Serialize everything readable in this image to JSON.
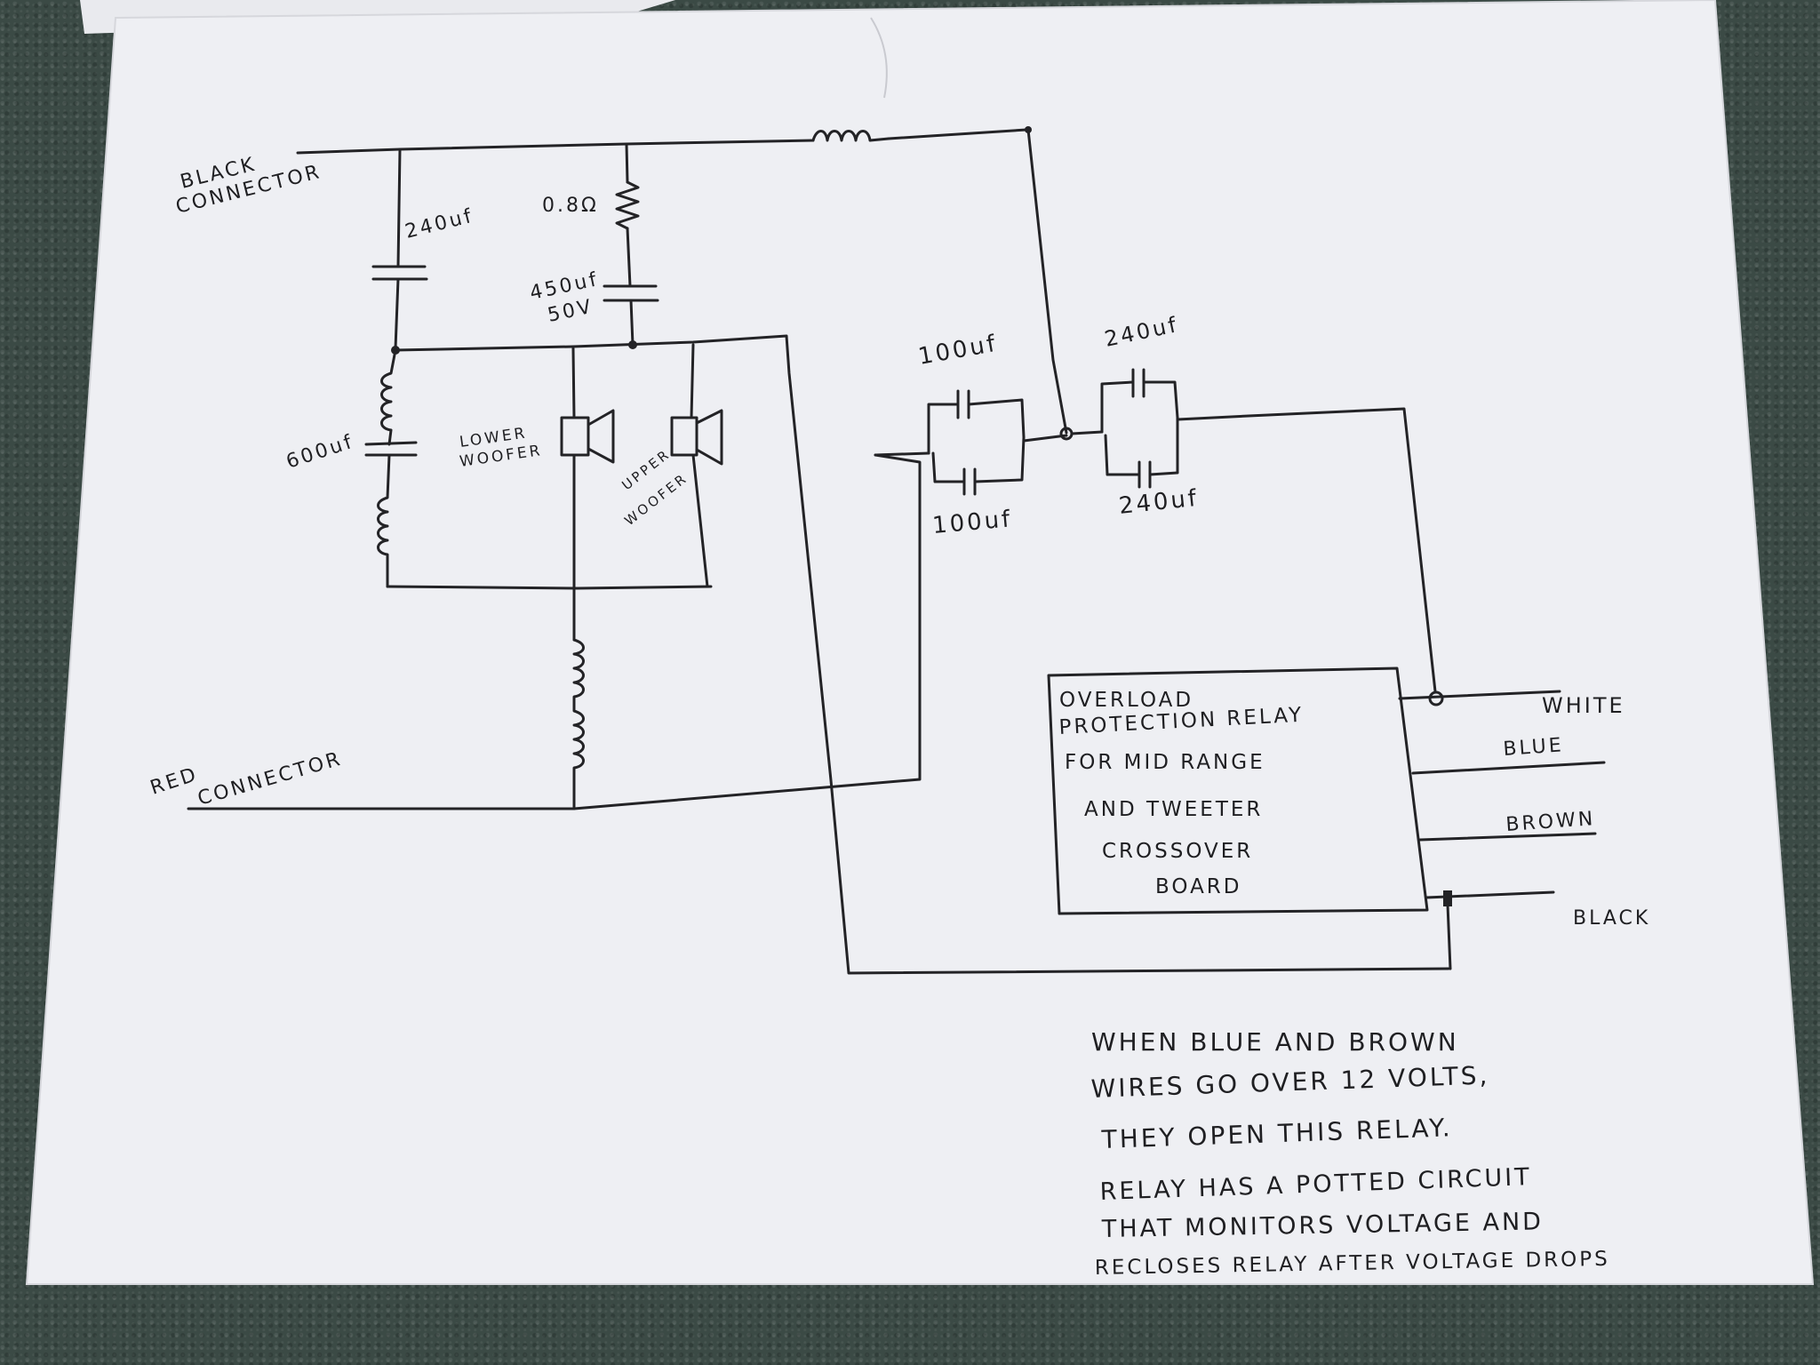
{
  "labels": {
    "black_connector": [
      "BLACK",
      "CONNECTOR"
    ],
    "red_connector": [
      "RED",
      "CONNECTOR"
    ],
    "cap_240_top": "240uf",
    "resistor": "0.8Ω",
    "cap_450": [
      "450uf",
      "50V"
    ],
    "cap_600": "600uf",
    "lower_woofer": [
      "LOWER",
      "WOOFER"
    ],
    "upper_woofer": [
      "UPPER",
      "WOOFER"
    ],
    "cap_100_top": "100uf",
    "cap_100_bottom": "100uf",
    "cap_240_right_top": "240uf",
    "cap_240_right_bottom": "240uf"
  },
  "relay_box": {
    "lines": [
      "OVERLOAD",
      "PROTECTION RELAY",
      "FOR MID RANGE",
      "AND TWEETER",
      "CROSSOVER",
      "BOARD"
    ]
  },
  "wires": {
    "white": "WHITE",
    "blue": "BLUE",
    "brown": "BROWN",
    "black": "BLACK"
  },
  "note": [
    "WHEN BLUE AND BROWN",
    "WIRES GO OVER 12 VOLTS,",
    "THEY OPEN THIS RELAY.",
    "RELAY HAS A POTTED CIRCUIT",
    "THAT MONITORS VOLTAGE AND",
    "RECLOSES RELAY AFTER VOLTAGE DROPS"
  ]
}
